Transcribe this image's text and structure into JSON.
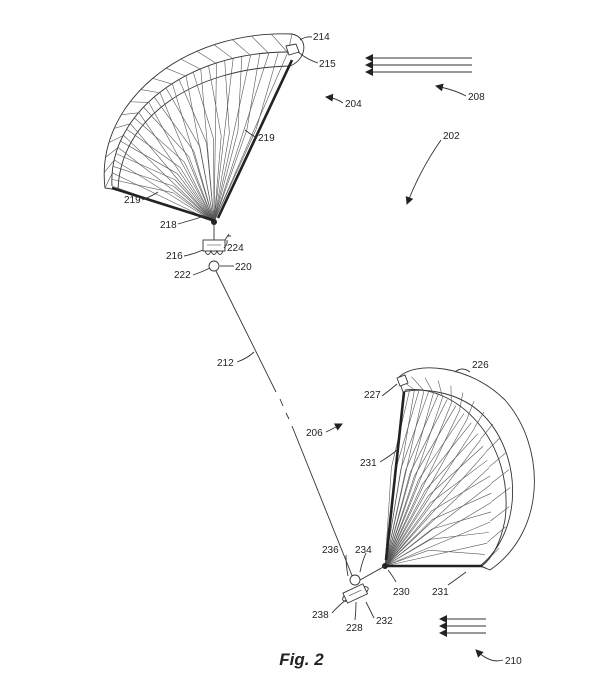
{
  "figure": {
    "caption": "Fig. 2",
    "labels": {
      "r202": "202",
      "r204": "204",
      "r206": "206",
      "r208": "208",
      "r210": "210",
      "r212": "212",
      "r214": "214",
      "r215": "215",
      "r216": "216",
      "r218": "218",
      "r219a": "219",
      "r219b": "219",
      "r220": "220",
      "r222": "222",
      "r224": "224",
      "r226": "226",
      "r227": "227",
      "r228": "228",
      "r230": "230",
      "r231a": "231",
      "r231b": "231",
      "r232": "232",
      "r234": "234",
      "r236": "236",
      "r238": "238"
    }
  }
}
